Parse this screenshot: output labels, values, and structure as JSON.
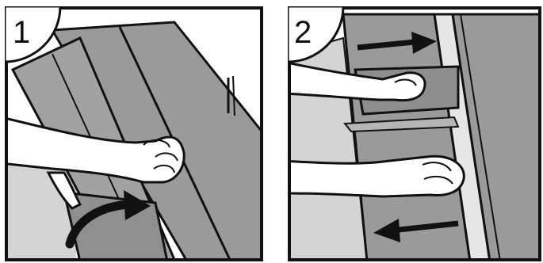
{
  "steps": [
    {
      "number": "1",
      "arrow": "curved-arrow"
    },
    {
      "number": "2",
      "arrow": "double-straight-arrows"
    }
  ],
  "colors": {
    "frame": "#111111",
    "board": "#9a9a9a",
    "board_dark": "#8a8a8a",
    "floor": "#d4d4d4",
    "wall": "#f2f2f2",
    "skin": "#ffffff",
    "badge": "#ffffff"
  }
}
